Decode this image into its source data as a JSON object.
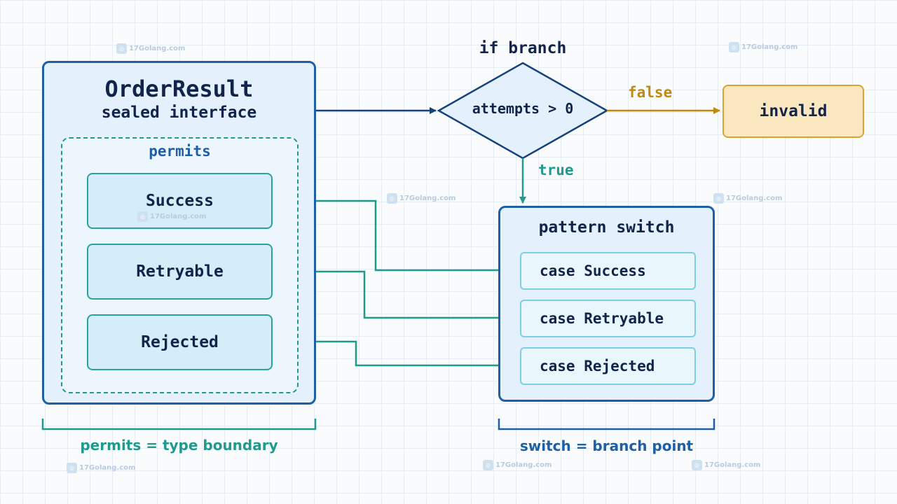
{
  "order_result": {
    "title": "OrderResult",
    "subtitle": "sealed interface",
    "permits_label": "permits",
    "permits": [
      "Success",
      "Retryable",
      "Rejected"
    ]
  },
  "branch": {
    "title": "if branch",
    "condition": "attempts > 0",
    "false_label": "false",
    "true_label": "true",
    "false_target": "invalid"
  },
  "switch": {
    "title": "pattern switch",
    "cases": [
      "case Success",
      "case Retryable",
      "case Rejected"
    ]
  },
  "notes": {
    "left": "permits = type boundary",
    "right": "switch = branch point"
  },
  "watermark": {
    "text": "17Golang.com"
  },
  "colors": {
    "navy": "#1e5fa6",
    "teal": "#1f9a8c",
    "amber": "#c08a12",
    "text": "#12244a"
  }
}
